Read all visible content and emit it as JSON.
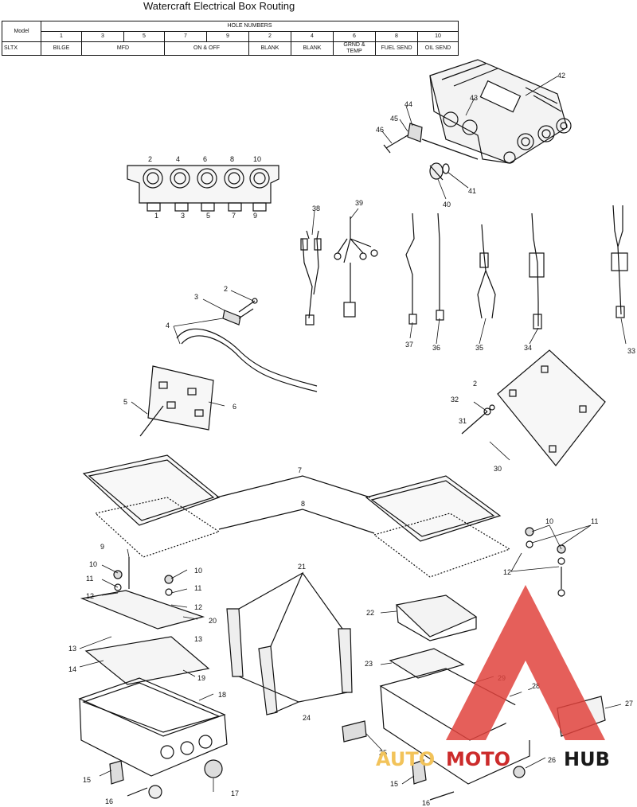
{
  "title": "Watercraft Electrical Box Routing",
  "table": {
    "model_label": "Model",
    "hole_numbers_label": "HOLE NUMBERS",
    "hole_numbers": [
      "1",
      "3",
      "5",
      "7",
      "9",
      "2",
      "4",
      "6",
      "8",
      "10"
    ],
    "row": {
      "model": "SLTX",
      "cells": [
        "BILGE",
        "MFD",
        "ON & OFF",
        "BLANK",
        "BLANK",
        "GRND & TEMP",
        "FUEL SEND",
        "OIL SEND"
      ]
    }
  },
  "callouts": [
    "2",
    "3",
    "4",
    "5",
    "6",
    "7",
    "8",
    "9",
    "10",
    "11",
    "12",
    "13",
    "14",
    "15",
    "16",
    "17",
    "18",
    "19",
    "20",
    "21",
    "22",
    "23",
    "24",
    "25",
    "26",
    "27",
    "28",
    "29",
    "30",
    "31",
    "32",
    "33",
    "34",
    "35",
    "36",
    "37",
    "38",
    "39",
    "40",
    "41",
    "42",
    "43",
    "44",
    "45",
    "46"
  ],
  "hole_label_top": [
    "2",
    "4",
    "6",
    "8",
    "10"
  ],
  "hole_label_bottom": [
    "1",
    "3",
    "5",
    "7",
    "9"
  ],
  "watermark": {
    "part1": "AUTO",
    "part2": "MOTO",
    "part3": "HUB"
  }
}
